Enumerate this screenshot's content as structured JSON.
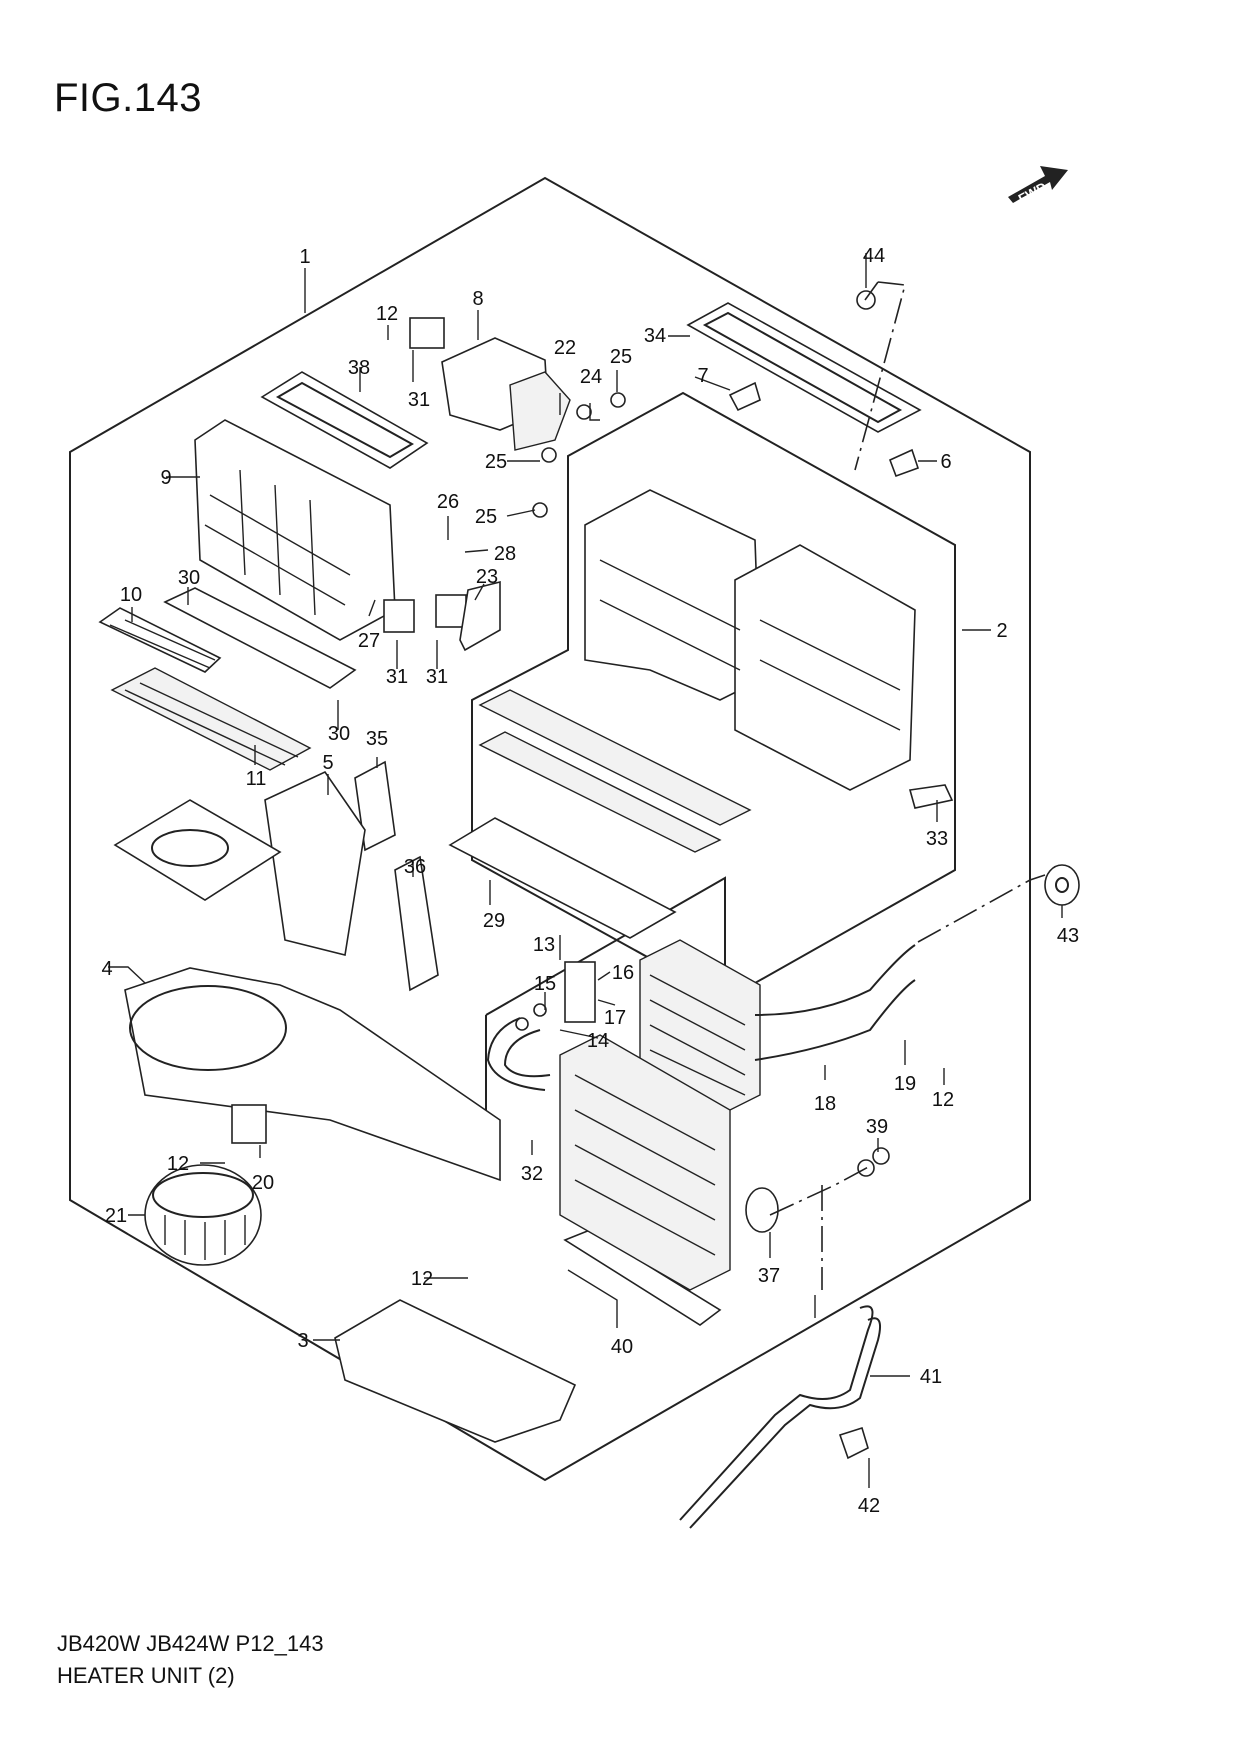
{
  "figure": {
    "title": "FIG.143",
    "direction_marker": "FWD",
    "footer_code": "JB420W JB424W P12_143",
    "footer_name": "HEATER UNIT (2)"
  },
  "callouts": [
    "1",
    "2",
    "3",
    "4",
    "5",
    "6",
    "7",
    "8",
    "9",
    "10",
    "11",
    "12",
    "13",
    "14",
    "15",
    "16",
    "17",
    "18",
    "19",
    "20",
    "21",
    "22",
    "23",
    "24",
    "25",
    "26",
    "27",
    "28",
    "29",
    "30",
    "31",
    "32",
    "33",
    "34",
    "35",
    "36",
    "37",
    "38",
    "39",
    "40",
    "41",
    "42",
    "43",
    "44"
  ]
}
